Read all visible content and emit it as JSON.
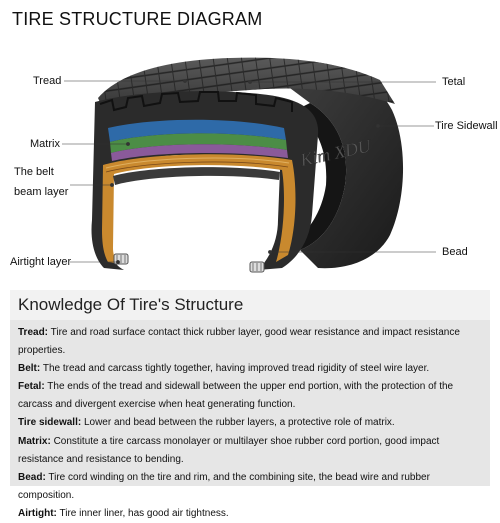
{
  "title": "TIRE STRUCTURE DIAGRAM",
  "labels": {
    "tread": "Tread",
    "tetal": "Tetal",
    "tire_sidewall": "Tire Sidewall",
    "matrix": "Matrix",
    "belt_line1": "The belt",
    "belt_line2": "beam layer",
    "airtight": "Airtight layer",
    "bead": "Bead"
  },
  "sidewall_brand": "Kim XDU",
  "knowledge": {
    "heading": "Knowledge Of Tire's Structure",
    "items": [
      {
        "term": "Tread:",
        "text": " Tire and road surface contact thick rubber layer, good wear resistance and impact resistance properties."
      },
      {
        "term": "Belt:",
        "text": " The tread and carcass tightly together, having improved tread rigidity of steel wire layer."
      },
      {
        "term": "Fetal:",
        "text": " The ends of the tread and sidewall between the upper end portion, with the protection of the carcass and divergent exercise when heat generating function."
      },
      {
        "term": "Tire sidewall:",
        "text": " Lower and bead between the rubber layers, a protective role of matrix."
      },
      {
        "term": "Matrix:",
        "text": " Constitute a tire carcass monolayer or multilayer shoe rubber cord portion, good impact resistance and resistance to bending."
      },
      {
        "term": "Bead:",
        "text": " Tire cord winding on the tire and rim, and the combining site, the bead wire and rubber composition."
      },
      {
        "term": "Airtight:",
        "text": " Tire inner liner, has good air tightness."
      }
    ]
  }
}
